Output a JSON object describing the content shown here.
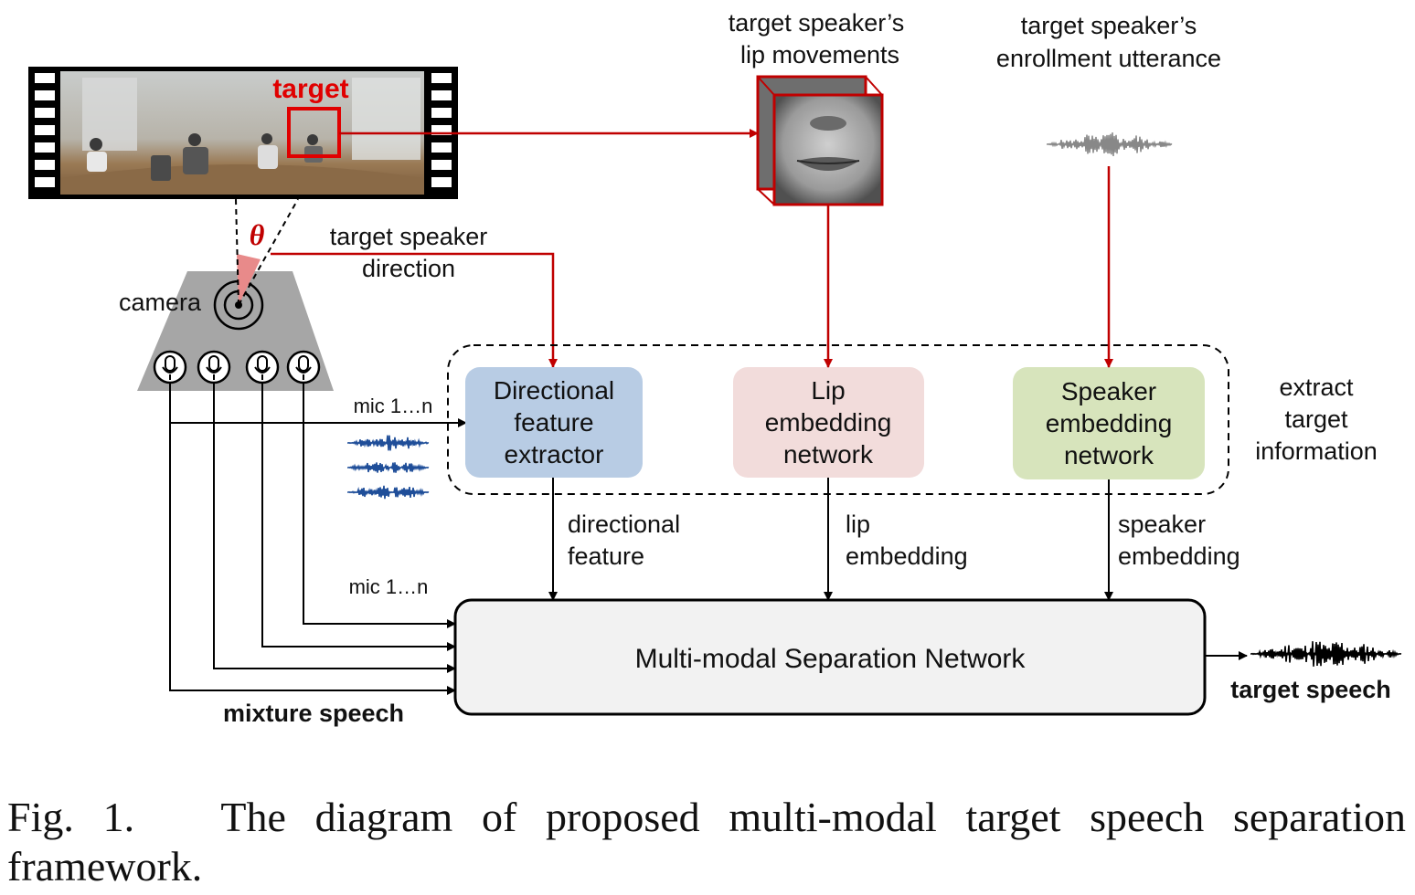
{
  "labels": {
    "target_box": "target",
    "theta": "θ",
    "camera": "camera",
    "target_direction": [
      "target speaker",
      "direction"
    ],
    "lip_movements": [
      "target speaker’s",
      "lip movements"
    ],
    "enrollment": [
      "target speaker’s",
      "enrollment utterance"
    ],
    "mic_top": "mic 1…n",
    "mic_bottom": "mic 1…n",
    "extract_info": [
      "extract",
      "target",
      "information"
    ],
    "directional_feature": [
      "directional",
      "feature"
    ],
    "lip_embedding": [
      "lip",
      "embedding"
    ],
    "speaker_embedding": [
      "speaker",
      "embedding"
    ],
    "mixture_speech": "mixture speech",
    "target_speech": "target speech"
  },
  "blocks": {
    "directional": [
      "Directional",
      "feature",
      "extractor"
    ],
    "lip": [
      "Lip",
      "embedding",
      "network"
    ],
    "speaker": [
      "Speaker",
      "embedding",
      "network"
    ],
    "separation": "Multi-modal Separation Network"
  },
  "caption": {
    "label": "Fig. 1.",
    "text": "The diagram of proposed multi-modal target speech separation framework."
  },
  "colors": {
    "accent_red": "#c00000",
    "directional_fill": "#b8cce4",
    "lip_fill": "#f2dcdb",
    "speaker_fill": "#d7e4bc",
    "separation_fill": "#f2f2f2",
    "camera_gray": "#a6a6a6",
    "wave_blue": "#1f4e99"
  }
}
